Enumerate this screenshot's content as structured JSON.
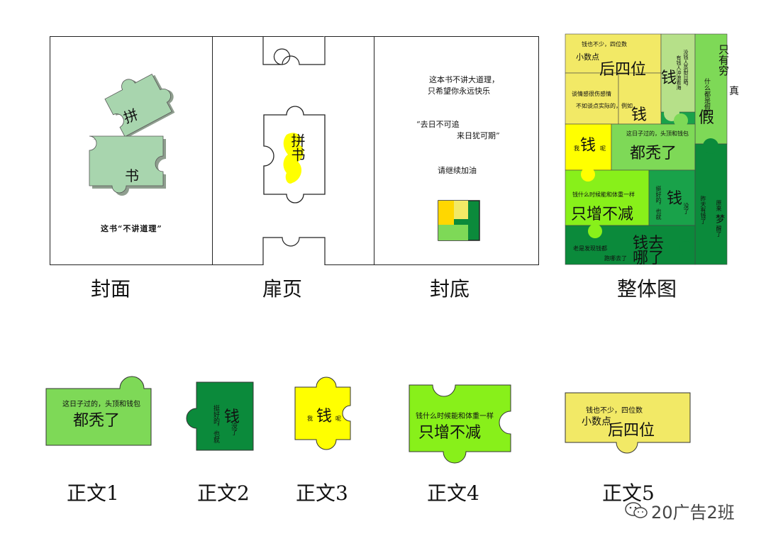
{
  "cover": {
    "puzzle_top_char": "拼",
    "puzzle_bottom_char": "书",
    "slogan": "这书“不讲道理”",
    "caption": "封面"
  },
  "title_page": {
    "chars": "拼书",
    "caption": "扉页"
  },
  "back_cover": {
    "line1": "这本书不讲大道理，",
    "line2": "只希望你永远快乐",
    "quote1": "“去日不可追",
    "quote2": "来日犹可期”",
    "cheer": "请继续加油",
    "caption": "封底"
  },
  "overview": {
    "caption": "整体图",
    "p1_small": "钱也不少，四位数",
    "p1_mid": "小数点",
    "p1_big": "后四位",
    "p2_small": "没钱人蒸耐日晒，",
    "p2_small2": "有钱人沖浪看海",
    "p2_big": "钱",
    "p3_small": "只有穷",
    "p3_small2": "什么都是假的",
    "p3_big": "真",
    "p3_big2": "假",
    "p4_small": "谈情感很伤感情",
    "p4_small2": "不如谈点实际的，例如",
    "p4_big": "钱",
    "p5_big": "钱",
    "p5_l": "我",
    "p5_r": "呢",
    "p6_small": "这日子过的，头顶和钱包",
    "p6_big": "都秃了",
    "p7_small": "钱什么时候能和体重一样",
    "p7_big": "只增不减",
    "p8_small": "挺好的，也就",
    "p8_big": "钱",
    "p8_r": "没了",
    "p9_small": "昨天有钱了",
    "p9_mid": "原来",
    "p9_big": "梦",
    "p9_r": "醒了",
    "p10_small": "老是发现钱都",
    "p10_small2": "跑哪去了",
    "p10_big": "钱去",
    "p10_big2": "哪了"
  },
  "body1": {
    "small": "这日子过的，头顶和钱包",
    "big": "都秃了",
    "caption": "正文1"
  },
  "body2": {
    "left": "挺好的，也就",
    "big": "钱",
    "right": "没了",
    "caption": "正文2"
  },
  "body3": {
    "left": "我",
    "big": "钱",
    "right": "呢",
    "caption": "正文3"
  },
  "body4": {
    "small": "钱什么时候能和体重一样",
    "big": "只增不减",
    "caption": "正文4"
  },
  "body5": {
    "small": "钱也不少，四位数",
    "mid": "小数点",
    "big": "后四位",
    "caption": "正文5"
  },
  "watermark": {
    "text": "20广告2班"
  },
  "colors": {
    "pale_green": "#a8d5ae",
    "yellow": "#ffff00",
    "light_yellow": "#f2e966",
    "lime": "#7ed957",
    "bright_lime": "#88f01a",
    "dark_green": "#0b8a3b",
    "mid_green": "#19a24a",
    "olive_green": "#4fb548",
    "gold": "#ffd700"
  }
}
